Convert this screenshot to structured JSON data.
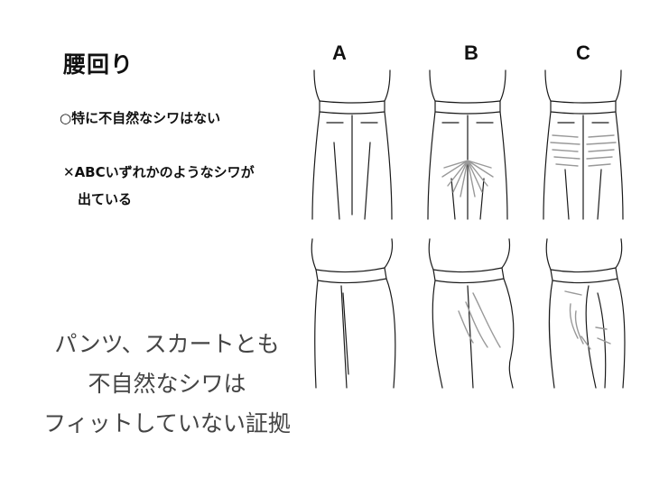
{
  "title": "腰回り",
  "good": "○特に不自然なシワはない",
  "bad_line1": "✕ABCいずれかのようなシワが",
  "bad_line2": "出ている",
  "message": [
    "パンツ、スカートとも",
    "不自然なシワは",
    "フィットしていない証拠"
  ],
  "labels": {
    "a": "A",
    "b": "B",
    "c": "C"
  },
  "colors": {
    "outline": "#1a1a1a",
    "wrinkle": "#999999",
    "message_text": "#444444"
  }
}
